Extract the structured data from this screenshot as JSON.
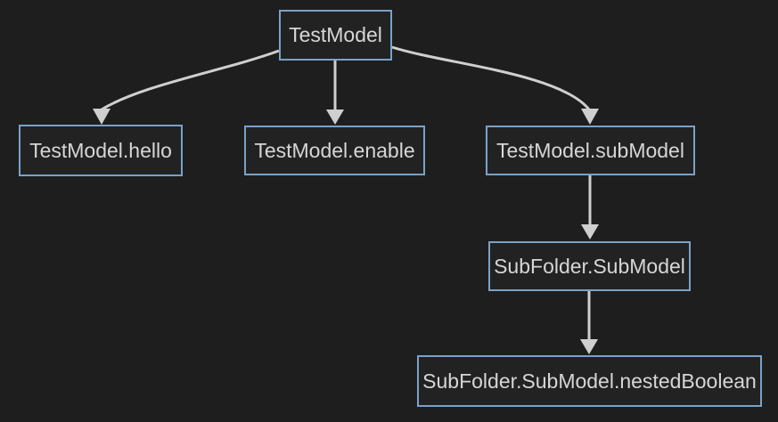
{
  "colors": {
    "background": "#1e1e1e",
    "node_fill": "#222222",
    "node_border": "#7aa2c8",
    "edge": "#cfcfcf",
    "text": "#d6d6d6"
  },
  "diagram": {
    "type": "tree-graph",
    "nodes": [
      {
        "id": "testmodel",
        "label": "TestModel"
      },
      {
        "id": "hello",
        "label": "TestModel.hello"
      },
      {
        "id": "enable",
        "label": "TestModel.enable"
      },
      {
        "id": "submodel",
        "label": "TestModel.subModel"
      },
      {
        "id": "subfolder-submodel",
        "label": "SubFolder.SubModel"
      },
      {
        "id": "nestedboolean",
        "label": "SubFolder.SubModel.nestedBoolean"
      }
    ],
    "edges": [
      {
        "from": "TestModel",
        "to": "TestModel.hello"
      },
      {
        "from": "TestModel",
        "to": "TestModel.enable"
      },
      {
        "from": "TestModel",
        "to": "TestModel.subModel"
      },
      {
        "from": "TestModel.subModel",
        "to": "SubFolder.SubModel"
      },
      {
        "from": "SubFolder.SubModel",
        "to": "SubFolder.SubModel.nestedBoolean"
      }
    ]
  }
}
